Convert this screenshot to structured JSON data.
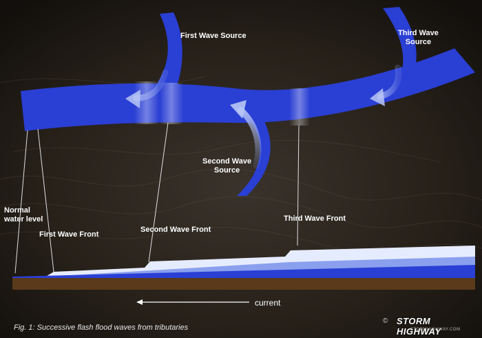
{
  "labels": {
    "first_wave_source": "First Wave Source",
    "third_wave_source_line1": "Third Wave",
    "third_wave_source_line2": "Source",
    "second_wave_source_line1": "Second Wave",
    "second_wave_source_line2": "Source",
    "normal_water_level_line1": "Normal",
    "normal_water_level_line2": "water level",
    "first_wave_front": "First Wave Front",
    "second_wave_front": "Second Wave Front",
    "third_wave_front": "Third Wave Front",
    "current": "current"
  },
  "caption": "Fig. 1:  Successive flash flood waves from tributaries",
  "logo": {
    "copyright": "©",
    "brand": "STORM HIGHWAY",
    "site": "STORMHIGHWAY.COM"
  },
  "colors": {
    "river_blue": "#2a3fd4",
    "river_light": "#9fb0f0",
    "water_pale": "#e6ecff",
    "water_mid": "#8aa0ee",
    "ground_brown": "#5a3a1a",
    "background": "#1a1714"
  }
}
